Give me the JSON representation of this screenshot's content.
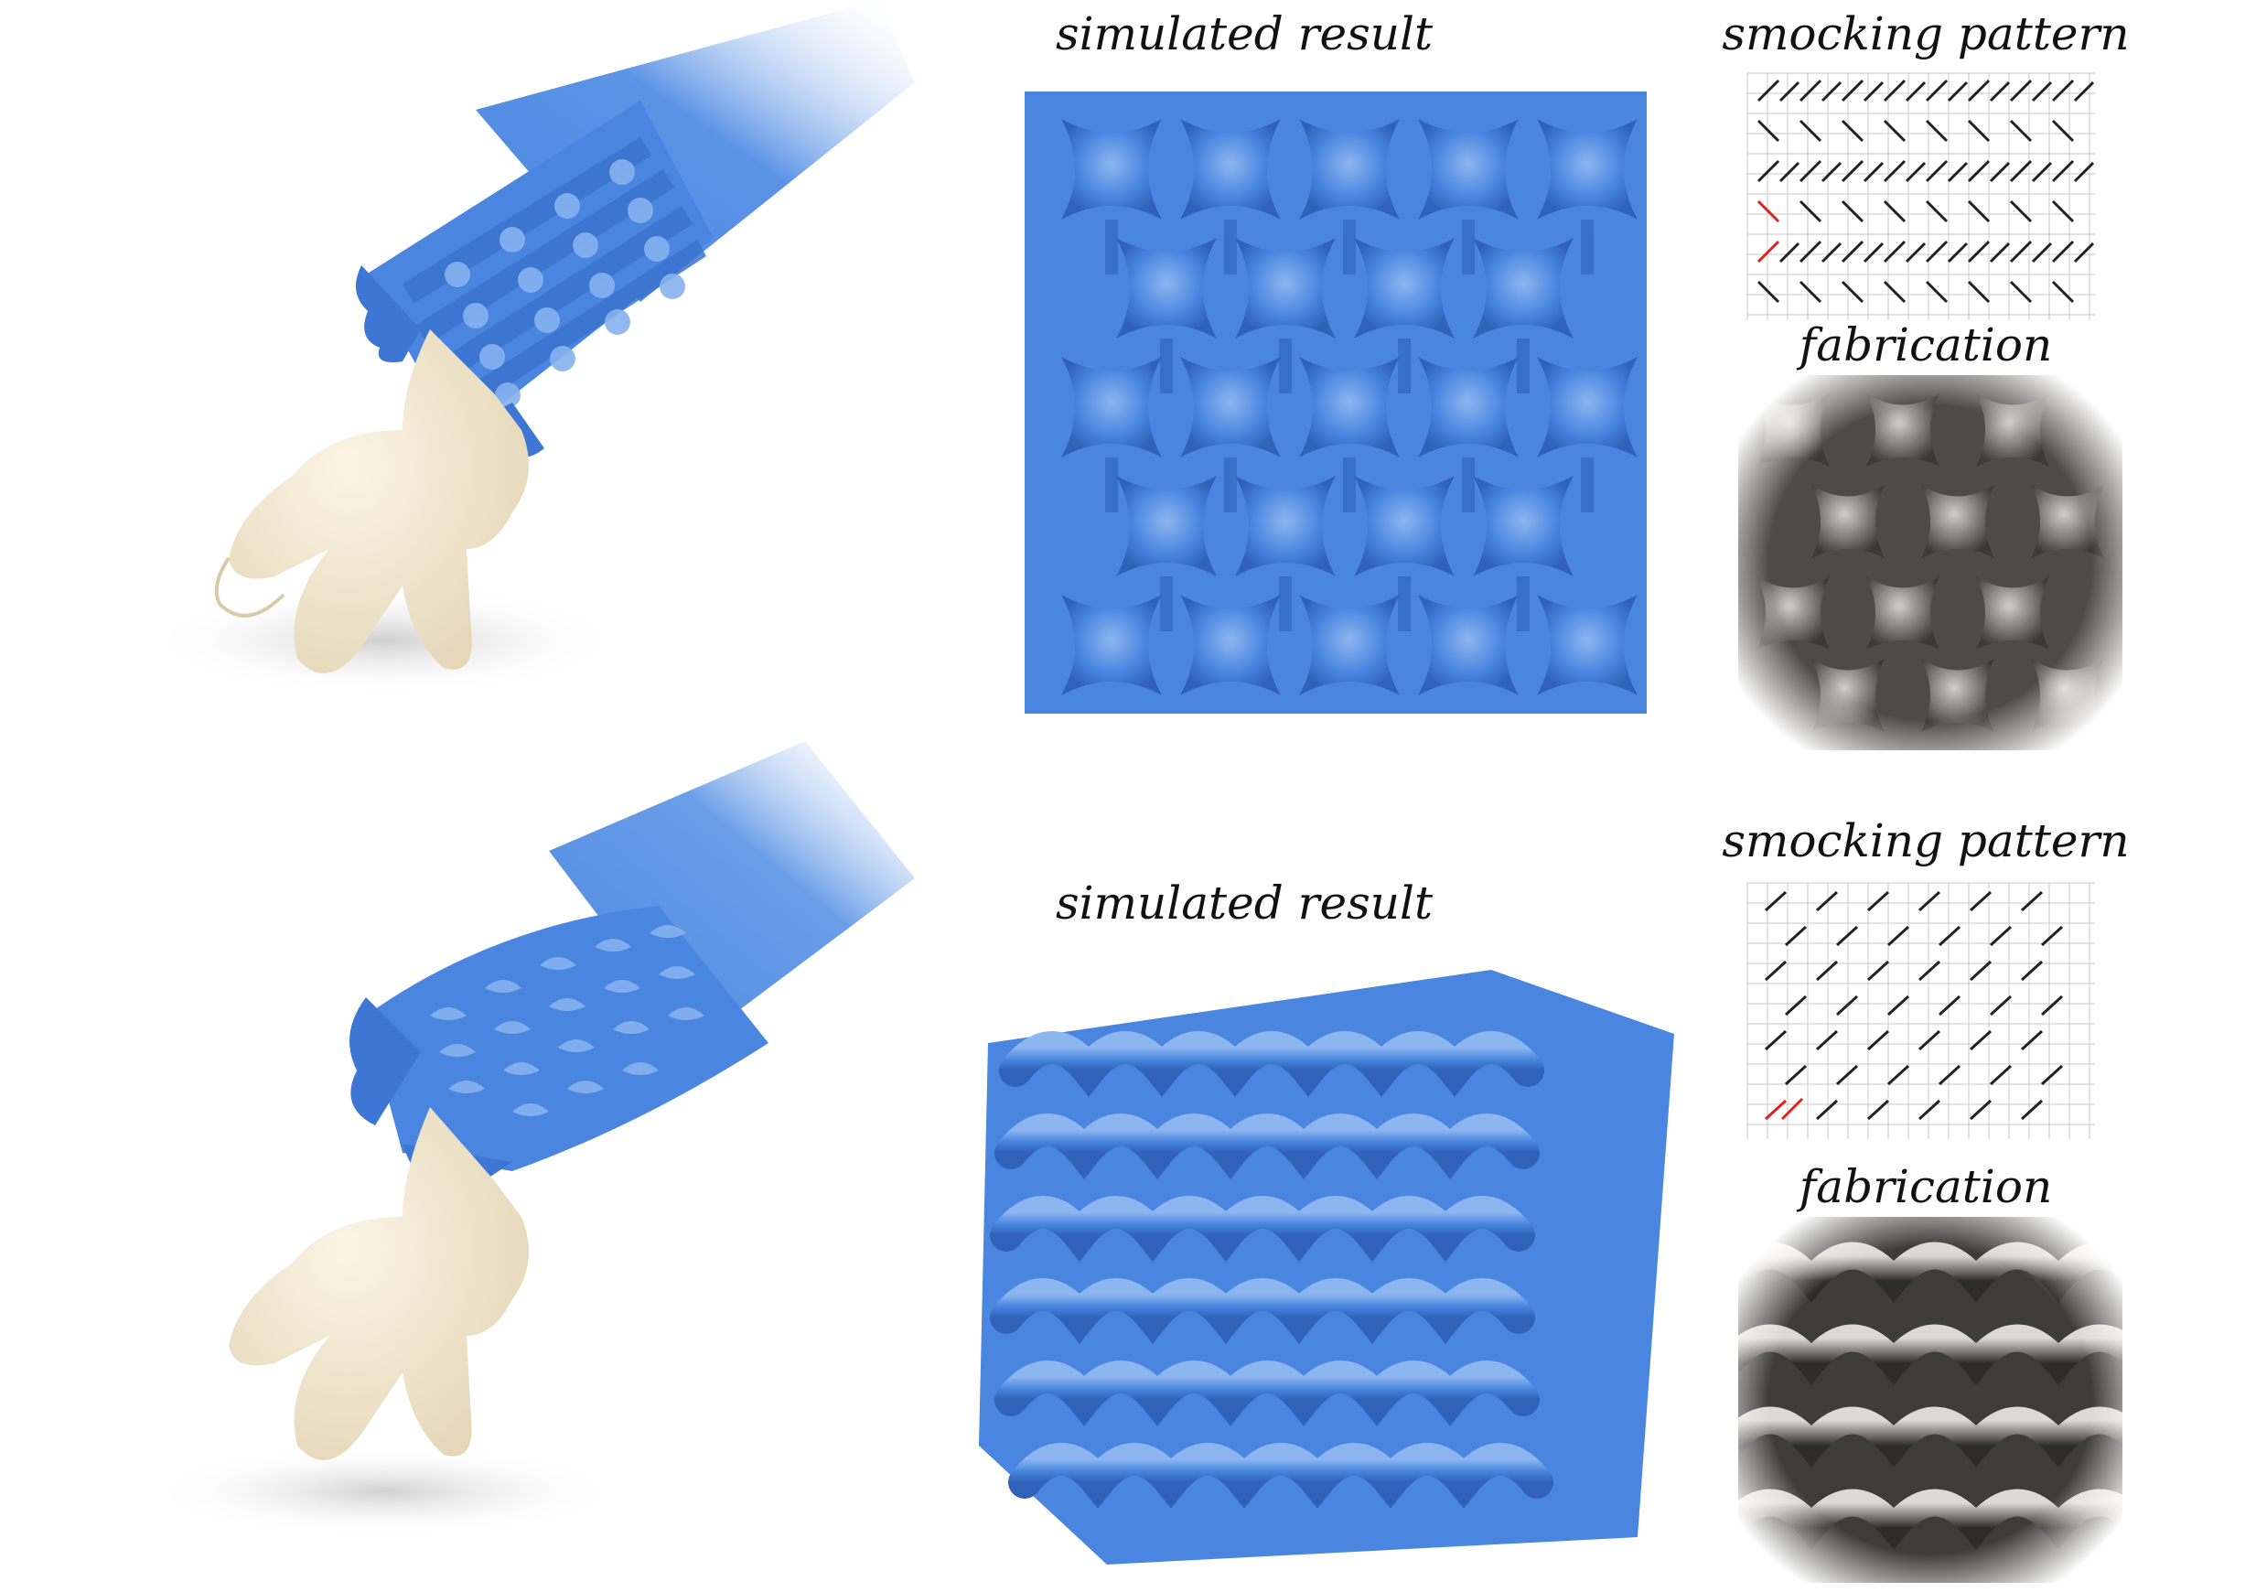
{
  "rows": [
    {
      "simulated_label": "simulated result",
      "pattern_label": "smocking pattern",
      "fabrication_label": "fabrication"
    },
    {
      "simulated_label": "simulated result",
      "pattern_label": "smocking pattern",
      "fabrication_label": "fabrication"
    }
  ],
  "colors": {
    "fabric_blue": "#4a86e0",
    "fabric_blue_dark": "#2f62b8",
    "fabric_blue_light": "#8db6f0",
    "hand": "#f4ead4",
    "hand_shadow": "#d9cba9",
    "stitch_black": "#222222",
    "stitch_red": "#e0201c",
    "grid": "#c8c8c8",
    "fabric_gray": "#6d6a66"
  }
}
